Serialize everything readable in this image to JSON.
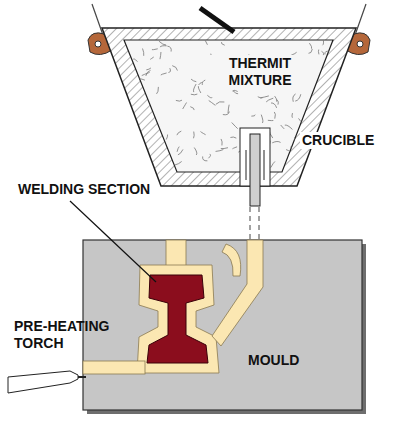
{
  "diagram": {
    "labels": [
      "THERMIT MIXTURE",
      "CRUCIBLE",
      "WELDING SECTION",
      "PRE-HEATING TORCH",
      "MOULD"
    ]
  }
}
